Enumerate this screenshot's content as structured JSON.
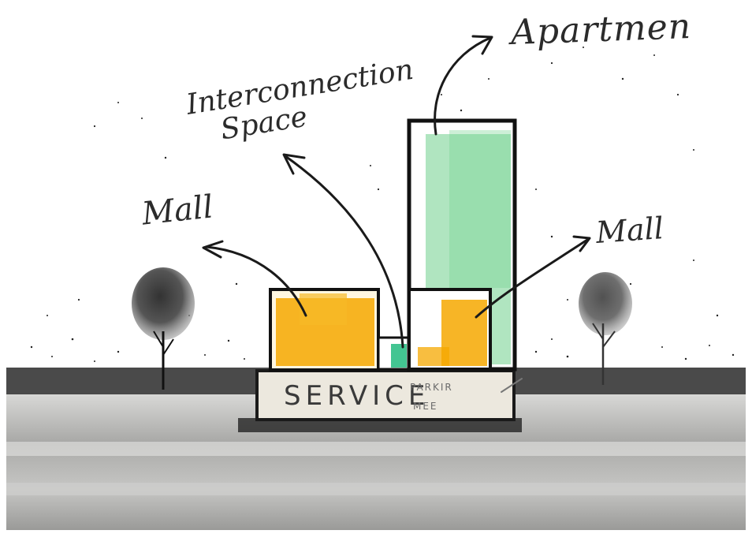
{
  "labels": {
    "apartment": "Apartmen",
    "interconnection_line1": "Interconnection",
    "interconnection_line2": "Space",
    "mall_left": "Mall",
    "mall_right": "Mall",
    "service": "SERVICE",
    "parking_line1": "PARKIR",
    "parking_line2": "MEE"
  },
  "colors": {
    "mall": "#f6a800",
    "apartment": "#6fd08c",
    "connector": "#2fbf86",
    "podium": "#ece8de",
    "ground": "#4a4a4a",
    "road": "#bdbdbd",
    "outline": "#111111"
  },
  "icons": {
    "tree_left": "tree-icon",
    "tree_right": "tree-icon"
  }
}
